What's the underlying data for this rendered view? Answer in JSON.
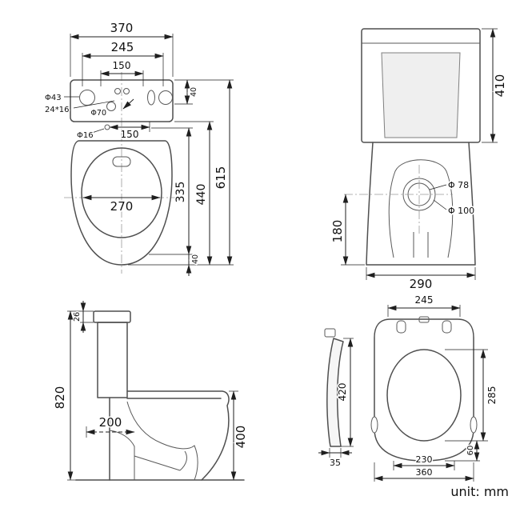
{
  "unit_label": "unit: mm",
  "top_view": {
    "width_overall": "370",
    "width_245": "245",
    "width_150": "150",
    "depth_40": "40",
    "hole_43": "Φ43",
    "slot_24x16": "24*16",
    "hole_70": "Φ70",
    "hole_16": "Φ16",
    "spacing_150": "150",
    "bowl_width": "270",
    "depth_615": "615",
    "depth_440": "440",
    "depth_335": "335",
    "depth_40b": "40"
  },
  "front_view": {
    "tank_height": "410",
    "hole_78": "Φ 78",
    "hole_100": "Φ 100",
    "outlet_height": "180",
    "base_width": "290"
  },
  "side_view": {
    "total_height": "820",
    "lid_26": "26",
    "trap_200": "200",
    "bowl_height": "400"
  },
  "seat_view": {
    "hinge_width": "245",
    "length_420": "420",
    "thickness_35": "35",
    "opening_285": "285",
    "offset_60": "60",
    "width_230": "230",
    "width_360": "360"
  }
}
